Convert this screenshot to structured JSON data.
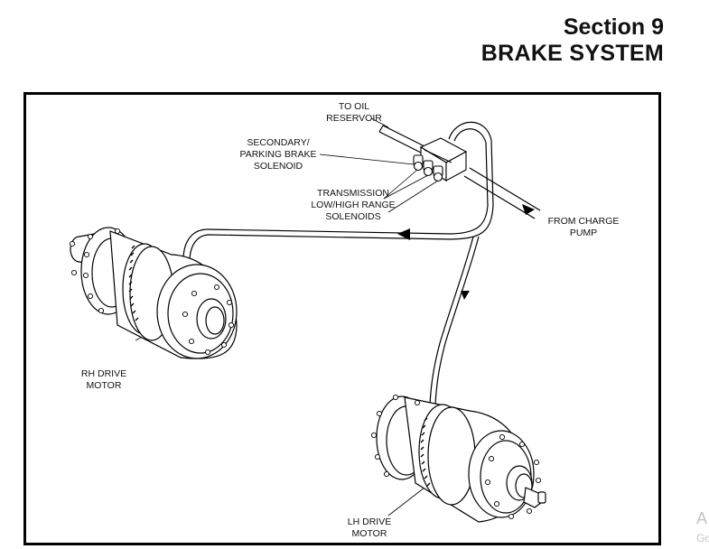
{
  "header": {
    "section": "Section 9",
    "title": "BRAKE SYSTEM"
  },
  "labels": {
    "to_oil_reservoir": [
      "TO OIL",
      "RESERVOIR"
    ],
    "secondary_solenoid": [
      "SECONDARY/",
      "PARKING BRAKE",
      "SOLENOID"
    ],
    "transmission_solenoids": [
      "TRANSMISSION",
      "LOW/HIGH RANGE",
      "SOLENOIDS"
    ],
    "from_charge_pump": [
      "FROM CHARGE",
      "PUMP"
    ],
    "rh_drive_motor": [
      "RH DRIVE",
      "MOTOR"
    ],
    "lh_drive_motor": [
      "LH DRIVE",
      "MOTOR"
    ]
  },
  "watermark": {
    "line1": "A",
    "line2": "Go"
  }
}
